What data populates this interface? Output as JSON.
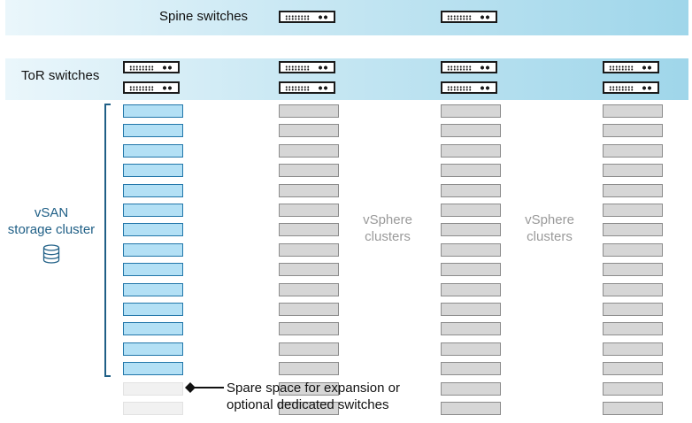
{
  "labels": {
    "spine": "Spine switches",
    "tor": "ToR switches",
    "vsan_line1": "vSAN",
    "vsan_line2": "storage cluster",
    "vsphere_line1": "vSphere",
    "vsphere_line2": "clusters",
    "spare_line1": "Spare space for expansion or",
    "spare_line2": "optional dedicated switches"
  },
  "icons": {
    "switch": "network-switch-icon",
    "storage": "database-icon",
    "pointer": "diamond-arrow-icon"
  },
  "colors": {
    "vsan_server": "#b3e0f5",
    "vsphere_server": "#d6d6d6",
    "spare_slot": "#f1f1f1",
    "accent": "#1f5f86",
    "band": "#9fd6ea"
  }
}
